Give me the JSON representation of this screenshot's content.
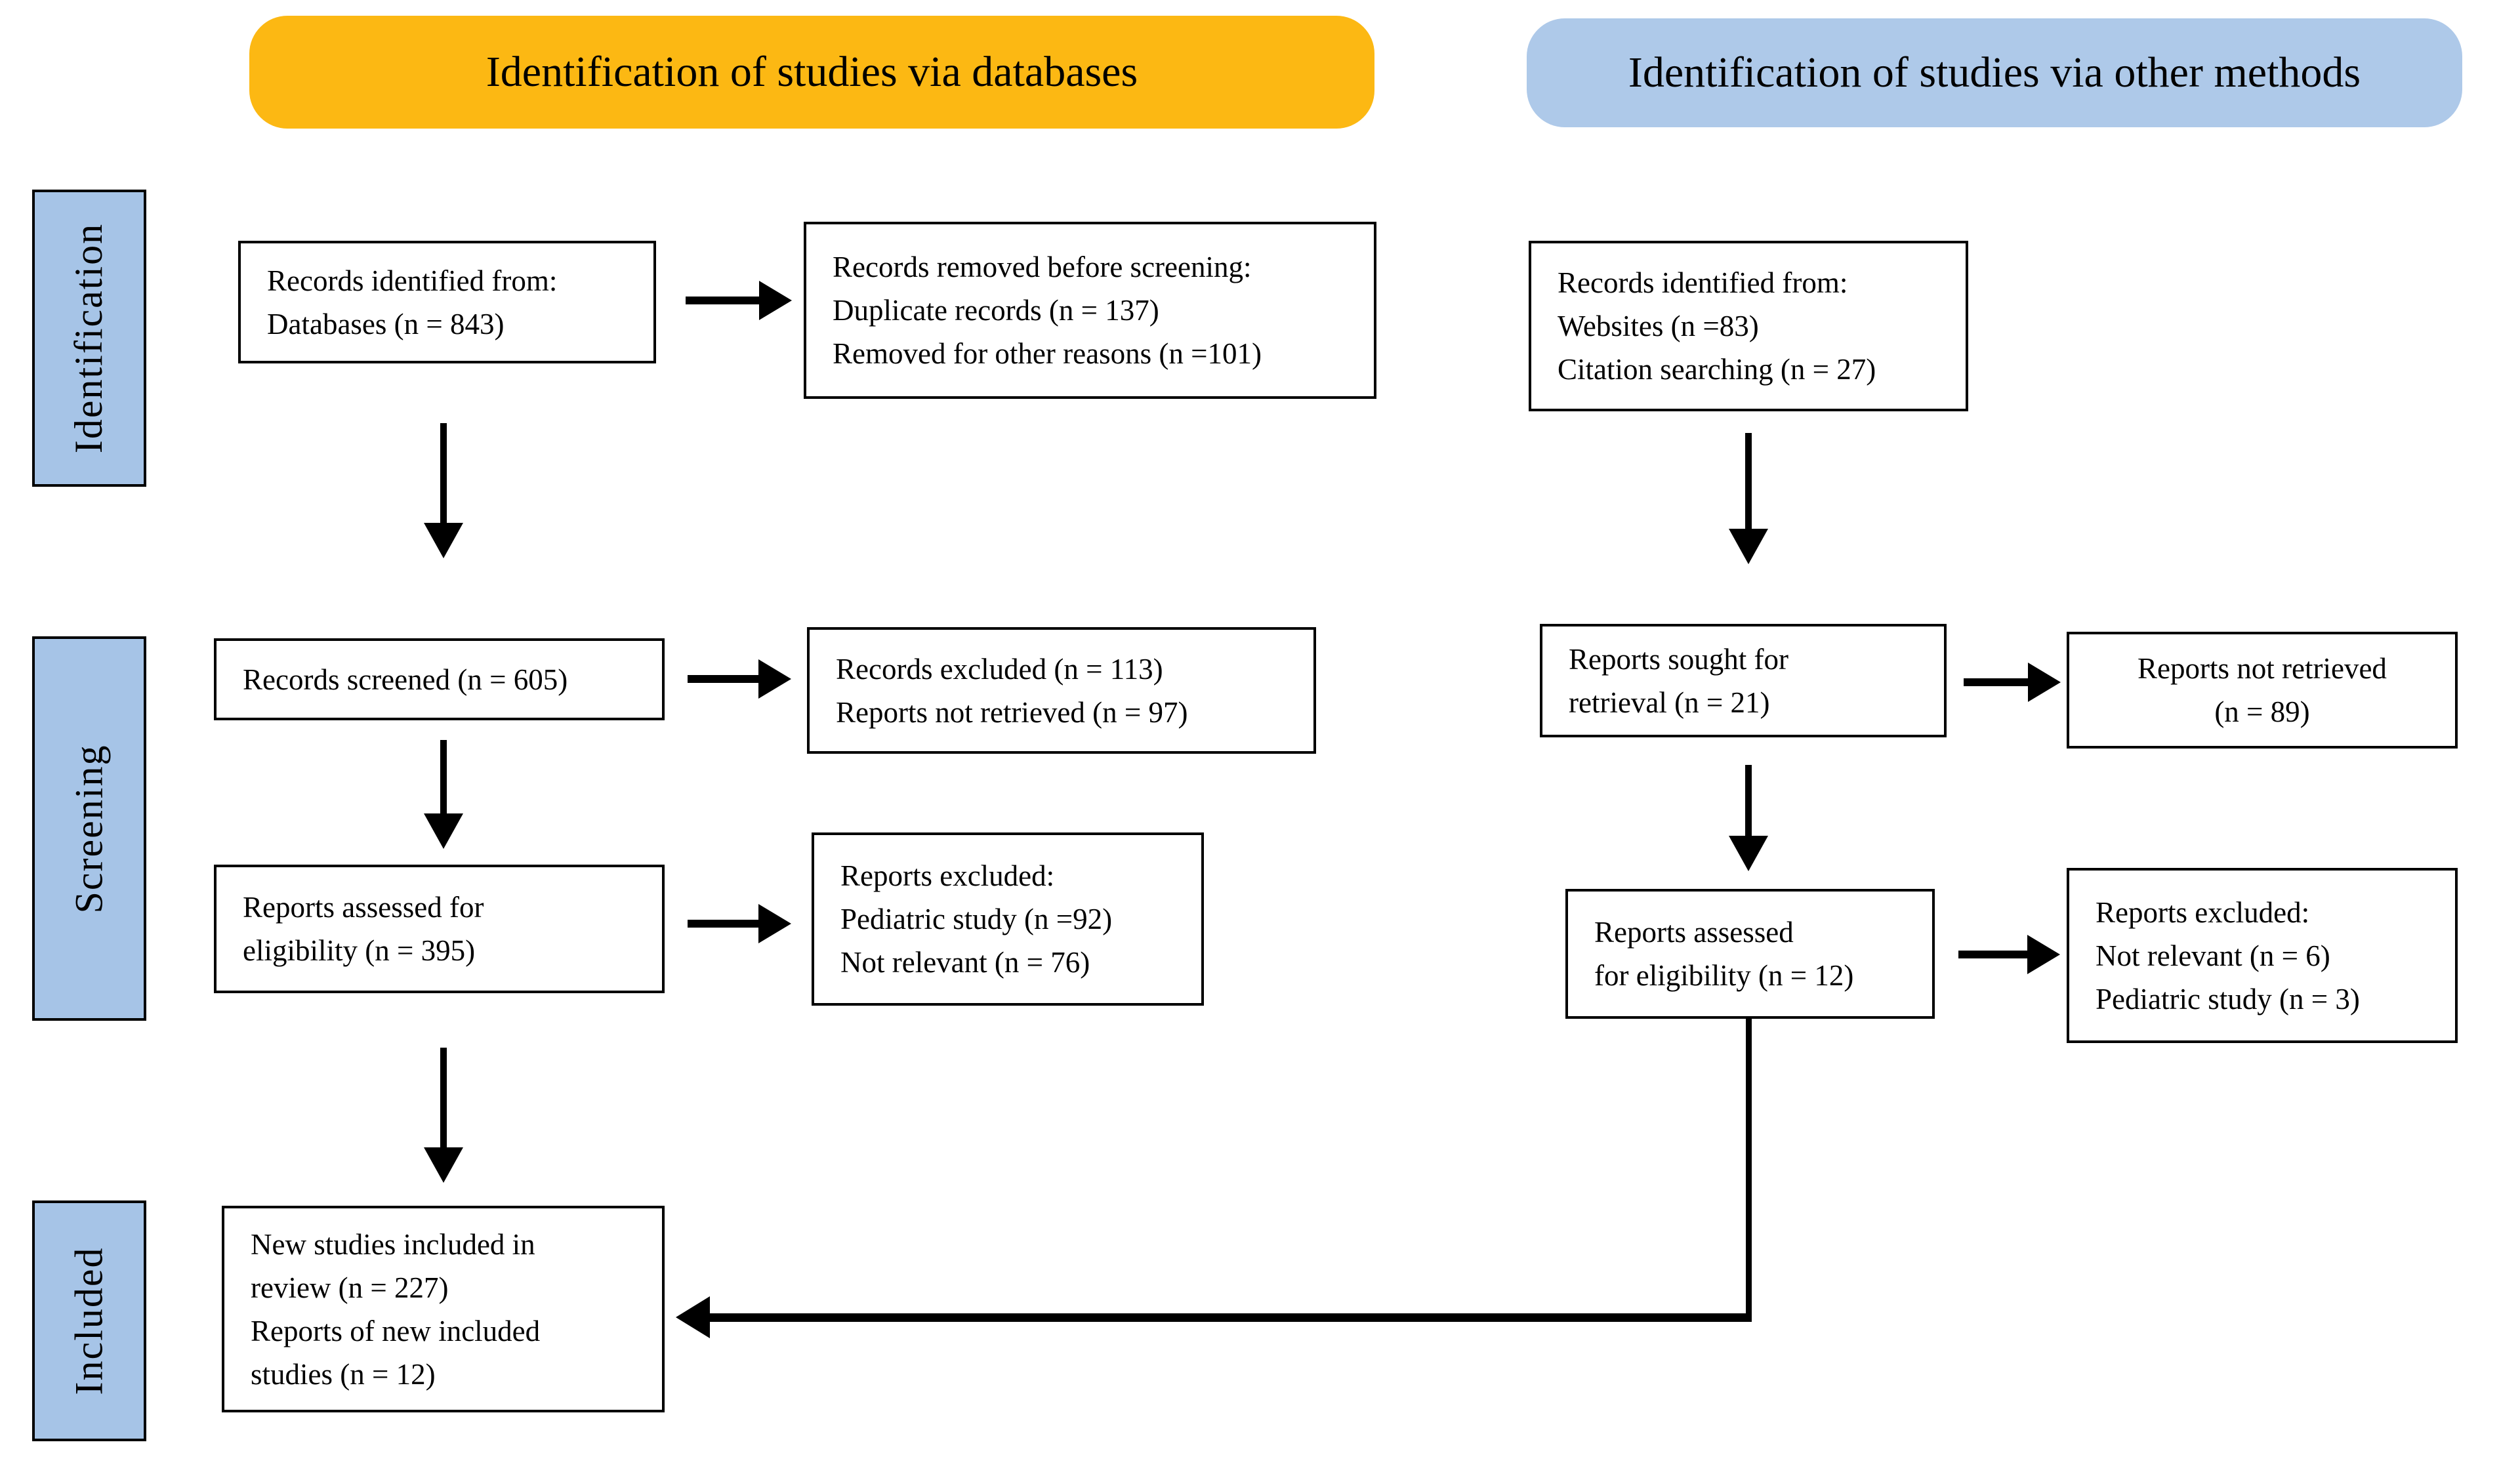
{
  "headers": {
    "databases": {
      "label": "Identification of studies via databases"
    },
    "other_methods": {
      "label": "Identification of studies via other methods"
    }
  },
  "stages": {
    "identification": {
      "label": "Identification"
    },
    "screening": {
      "label": "Screening"
    },
    "included": {
      "label": "Included"
    }
  },
  "boxes": {
    "records_identified_databases": {
      "lines": [
        "Records identified from:",
        "Databases (n = 843)"
      ]
    },
    "records_removed": {
      "lines": [
        "Records removed before screening:",
        "Duplicate records (n = 137)",
        "Removed for other reasons (n =101)"
      ]
    },
    "records_screened": {
      "lines": [
        "Records screened (n = 605)"
      ]
    },
    "records_excluded": {
      "lines": [
        "Records excluded (n = 113)",
        "Reports not retrieved (n = 97)"
      ]
    },
    "reports_assessed_databases": {
      "lines": [
        "Reports assessed for",
        "eligibility (n = 395)"
      ]
    },
    "reports_excluded_databases": {
      "lines": [
        "Reports excluded:",
        "Pediatric study (n =92)",
        "Not relevant (n = 76)"
      ]
    },
    "new_studies_included": {
      "lines": [
        "New studies included in",
        "review (n = 227)",
        "Reports of new included",
        "studies (n = 12)"
      ]
    },
    "records_identified_other": {
      "lines": [
        "Records identified from:",
        "Websites (n =83)",
        "Citation searching (n = 27)"
      ]
    },
    "reports_sought": {
      "lines": [
        "Reports sought for",
        "retrieval (n = 21)"
      ]
    },
    "reports_not_retrieved": {
      "lines": [
        "Reports not retrieved",
        "(n = 89)"
      ]
    },
    "reports_assessed_other": {
      "lines": [
        "Reports assessed",
        "for eligibility (n = 12)"
      ]
    },
    "reports_excluded_other": {
      "lines": [
        "Reports excluded:",
        "Not relevant (n = 6)",
        "Pediatric study (n = 3)"
      ]
    }
  },
  "colors": {
    "header_databases_bg": "#FCB813",
    "header_other_methods_bg": "#AEC9E9",
    "stage_label_bg": "#A6C4E7",
    "box_bg": "#FFFFFF",
    "box_border": "#000000",
    "arrow": "#000000"
  }
}
